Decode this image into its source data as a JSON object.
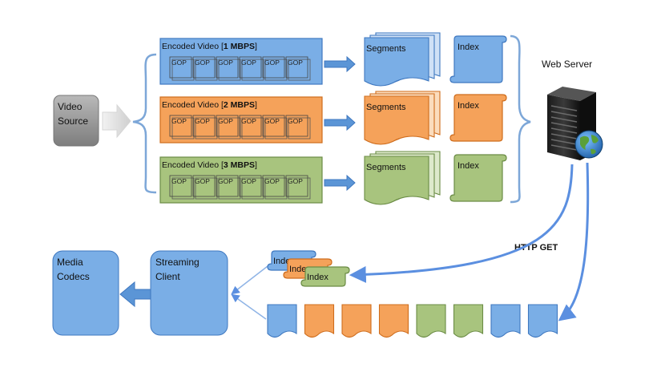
{
  "source": {
    "line1": "Video",
    "line2": "Source"
  },
  "encodings": [
    {
      "prefix": "Encoded Video [",
      "rate": "1 MBPS",
      "suffix": "]",
      "fill": "#7aaee6",
      "stroke": "#3f78c0",
      "light": "#cfe1f6"
    },
    {
      "prefix": "Encoded Video [",
      "rate": "2 MBPS",
      "suffix": "]",
      "fill": "#f5a25a",
      "stroke": "#cf6d1d",
      "light": "#fbdcbd"
    },
    {
      "prefix": "Encoded Video [",
      "rate": "3 MBPS",
      "suffix": "]",
      "fill": "#a8c47e",
      "stroke": "#6b8c45",
      "light": "#dde9cb"
    }
  ],
  "gop_label": "GOP",
  "gop_count": 6,
  "segments_label": "Segments",
  "index_label": "Index",
  "server": {
    "label": "Web Server",
    "http_label": "HTTP GET"
  },
  "client": {
    "codecs_line1": "Media",
    "codecs_line2": "Codecs",
    "streaming_line1": "Streaming",
    "streaming_line2": "Client",
    "client_fill": "#7aaee6",
    "stack_labels": [
      "Index",
      "Index",
      "Index"
    ]
  },
  "stream_sequence": [
    "blue",
    "orange",
    "orange",
    "orange",
    "green",
    "green",
    "blue",
    "blue"
  ],
  "colors": {
    "arrow": "#5b8fe0",
    "arrow_block": "#5b95d6",
    "brace": "#7da7d8",
    "gray_box": "#9a9a9a"
  }
}
